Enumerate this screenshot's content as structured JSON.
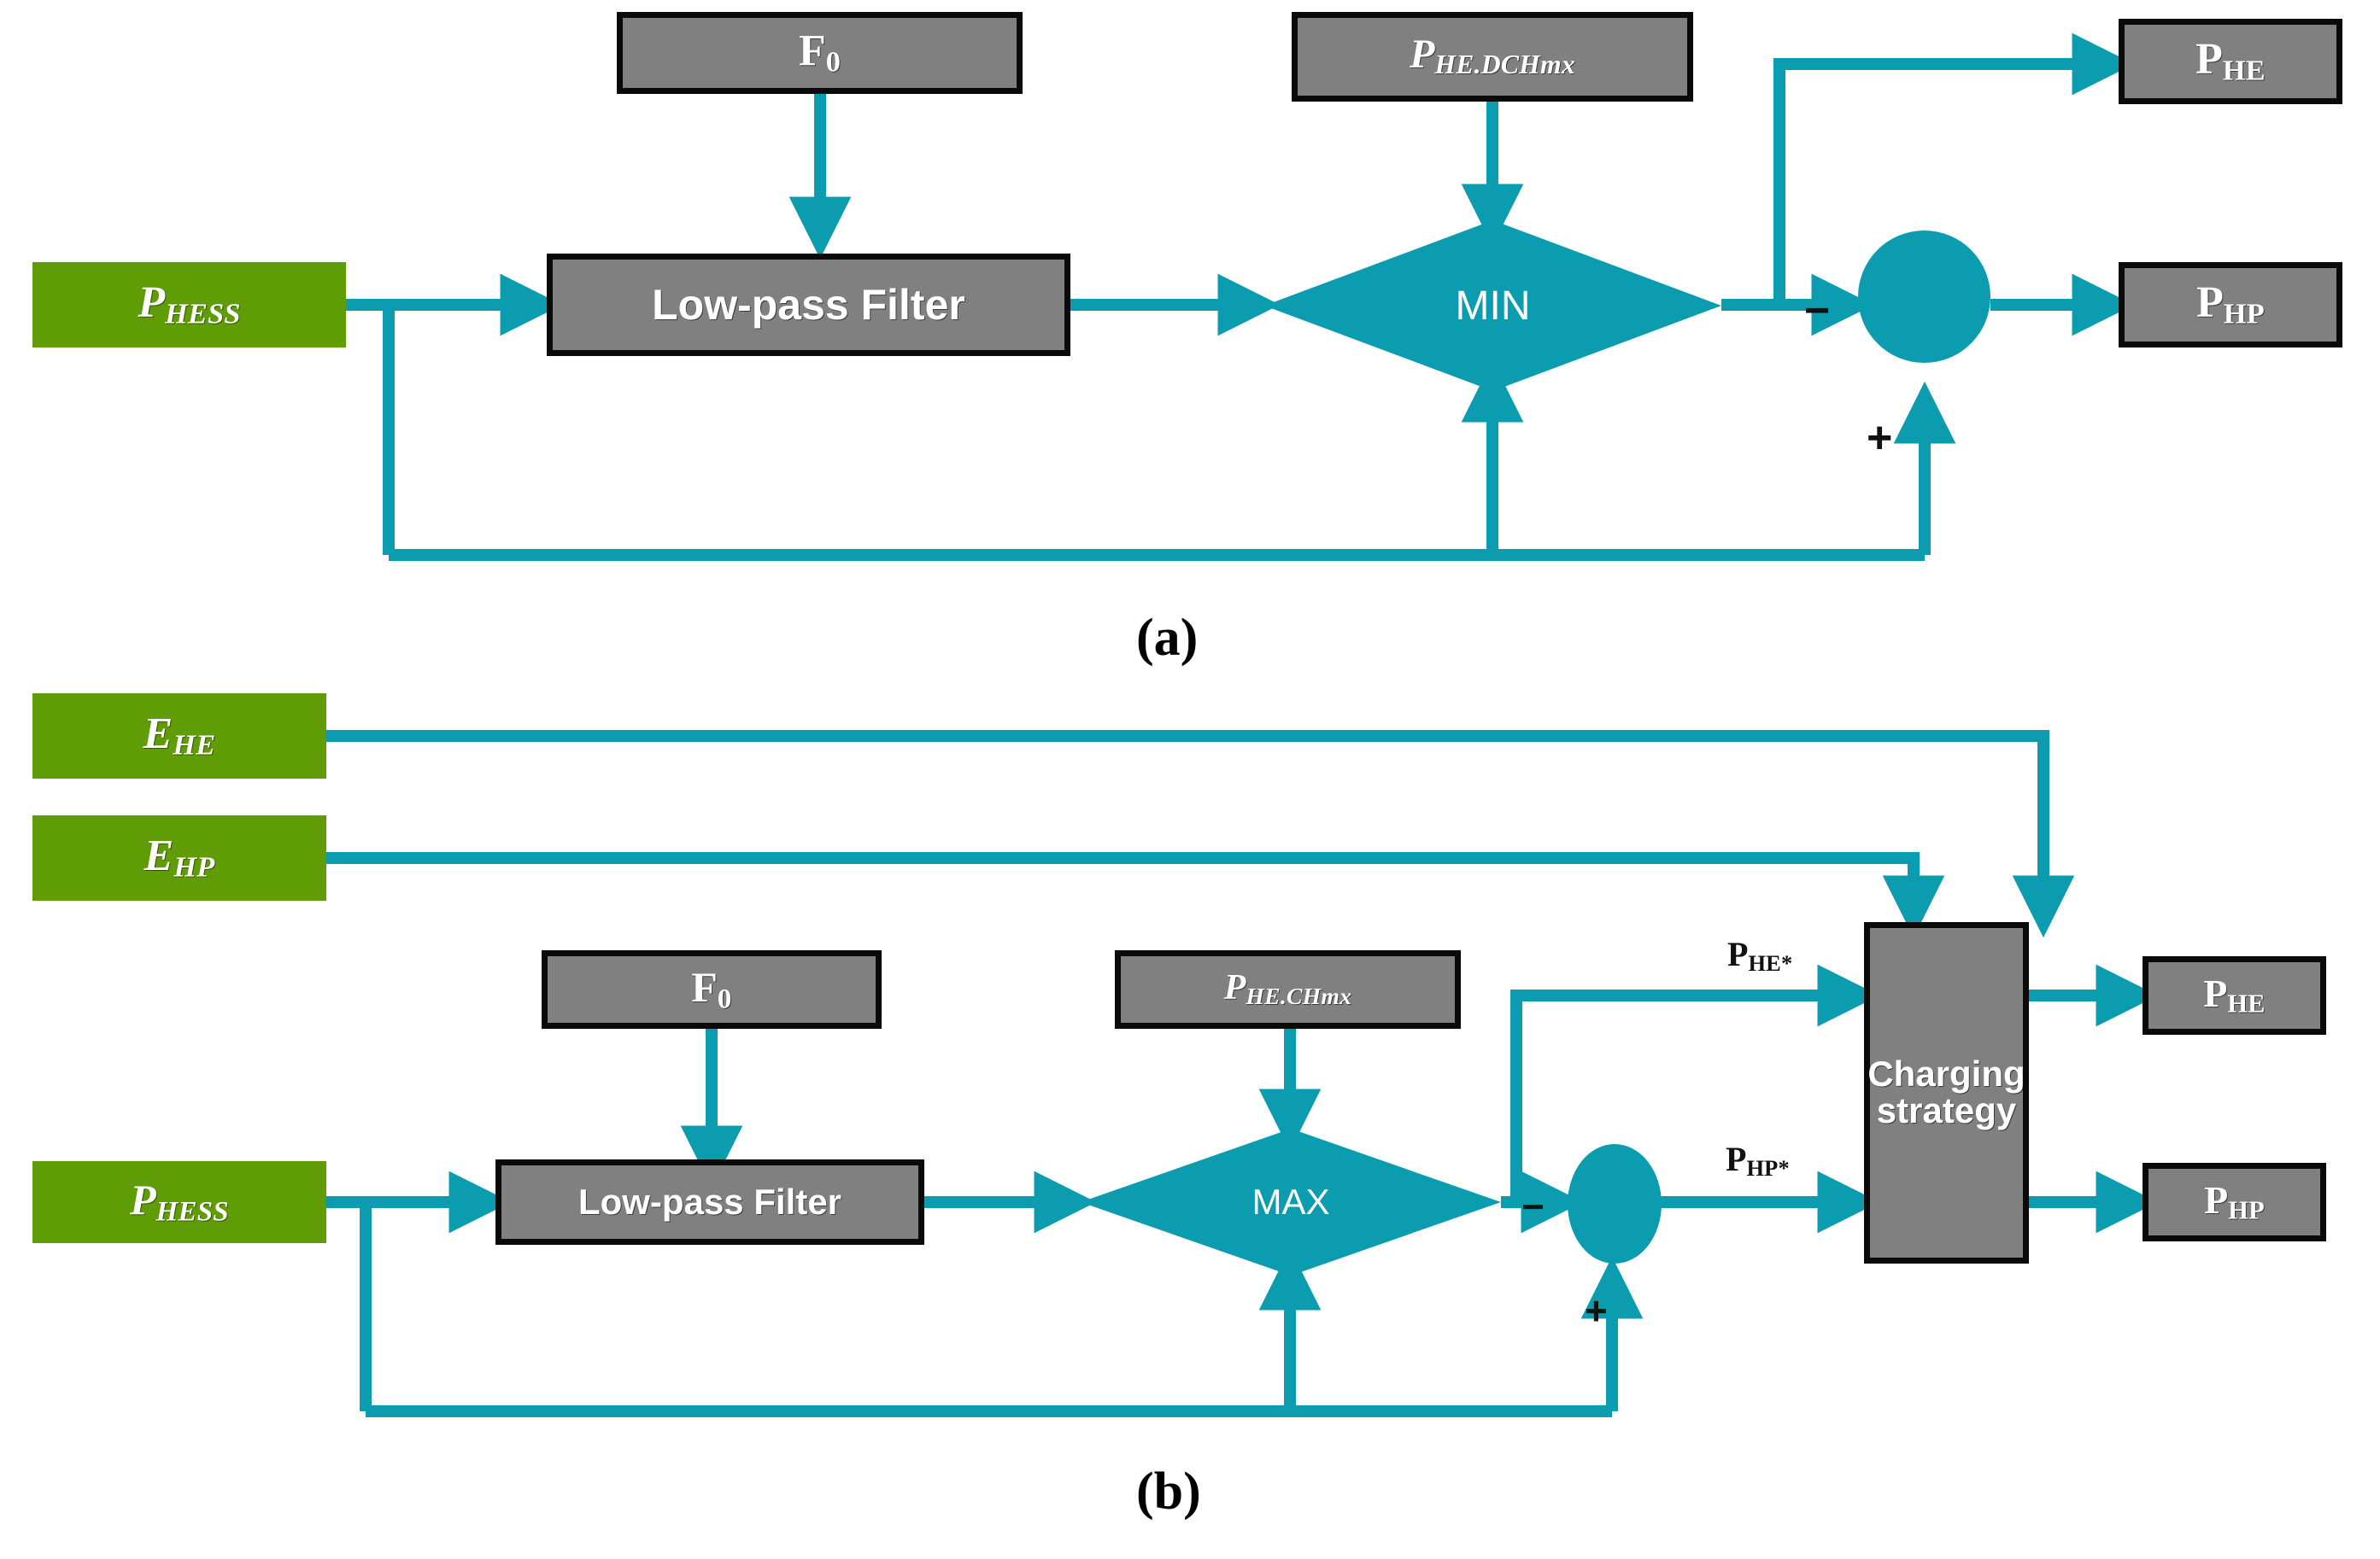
{
  "figure": {
    "accent_teal": "#0c9cb0",
    "source_green": "#5f9c06",
    "block_gray": "#808080",
    "block_border": "#0a0a0a",
    "panel_a_caption": "(a)",
    "panel_b_caption": "(b)"
  },
  "panel_a": {
    "source": {
      "base": "P",
      "sub": "HESS"
    },
    "filter_block": "Low-pass Filter",
    "cutoff_block": {
      "base": "F",
      "sub": "0"
    },
    "limit_block": {
      "base": "P",
      "sub": "HE.DCHmx"
    },
    "selector": "MIN",
    "sum_minus": "−",
    "sum_plus": "+",
    "out_he": {
      "base": "P",
      "sub": "HE"
    },
    "out_hp": {
      "base": "P",
      "sub": "HP"
    }
  },
  "panel_b": {
    "energy_he": {
      "base": "E",
      "sub": "HE"
    },
    "energy_hp": {
      "base": "E",
      "sub": "HP"
    },
    "source": {
      "base": "P",
      "sub": "HESS"
    },
    "filter_block": "Low-pass Filter",
    "cutoff_block": {
      "base": "F",
      "sub": "0"
    },
    "limit_block": {
      "base": "P",
      "sub": "HE.CHmx"
    },
    "selector": "MAX",
    "sum_minus": "−",
    "sum_plus": "+",
    "signal_he_star": {
      "base": "P",
      "sub": "HE*"
    },
    "signal_hp_star": {
      "base": "P",
      "sub": "HP*"
    },
    "strategy_block_line1": "Charging",
    "strategy_block_line2": "strategy",
    "out_he": {
      "base": "P",
      "sub": "HE"
    },
    "out_hp": {
      "base": "P",
      "sub": "HP"
    }
  }
}
